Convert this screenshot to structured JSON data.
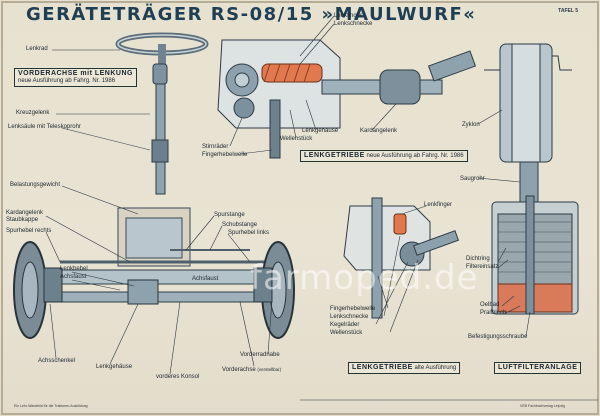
{
  "title": "GERÄTETRÄGER RS-08/15 »MAULWURF«",
  "plate": "TAFEL 5",
  "watermark": "farmoped.de",
  "sections": {
    "front_axle": {
      "heading": "VORDERACHSE mit LENKUNG",
      "sub": "neue Ausführung ab Fahrg. Nr. 1986"
    },
    "steering_new": {
      "heading": "LENKGETRIEBE",
      "sub": "neue Ausführung ab Fahrg. Nr. 1986"
    },
    "steering_old": {
      "heading": "LENKGETRIEBE",
      "sub": "alte Ausführung"
    },
    "air_filter": {
      "heading": "LUFTFILTERANLAGE"
    }
  },
  "labels": {
    "lenkrad": "Lenkrad",
    "kreuzgelenk": "Kreuzgelenk",
    "lenksaeule": "Lenksäule mit Teleskoprohr",
    "belastungsgewicht": "Belastungsgewicht",
    "kardangelenk": "Kardangelenk",
    "staubkappe": "Staubkappe",
    "spurhebel_rechts": "Spurhebel rechts",
    "lenkhebel": "Lenkhebel",
    "achsfaust": "Achsfaust",
    "achsschenkel": "Achsschenkel",
    "lenkgehaeuse_b": "Lenkgehäuse",
    "vorderes_konsol": "vorderes Konsol",
    "vorderachse": "Vorderachse",
    "vorderachse_note": "(verstellbar)",
    "vorderradnabe": "Vorderradnabe",
    "achsfaust_b": "Achsfaust",
    "spurstange": "Spurstange",
    "schubstange": "Schubstange",
    "spurhebel_links": "Spurhebel links",
    "lenkfinger": "Lenkfinger",
    "lenkschnecke": "Lenkschnecke",
    "stirnraeder": "Stirnräder",
    "fingerhebelwelle": "Fingerhebelwelle",
    "lenkgehaeuse": "Lenkgehäuse",
    "wellenstueck": "Wellenstück",
    "kardangelenk_b": "Kardangelenk",
    "lenkfinger_b": "Lenkfinger",
    "fingerhebelwelle_b": "Fingerhebelwelle",
    "lenkschnecke_b": "Lenkschnecke",
    "kegelraeder": "Kegelräder",
    "wellenstueck_b": "Wellenstück",
    "zyklon": "Zyklon",
    "saugrohr": "Saugrohr",
    "dichtring": "Dichtring",
    "filtereinsatz": "Filtereinsatz",
    "oelbad": "Oelbad",
    "prallblech": "Prallblech",
    "befestigungsschraube": "Befestigungsschraube"
  },
  "footer_left": "Ein Lehr-Wandbild für die Traktoren-Ausbildung",
  "footer_right": "VEB Fachbuchverlag Leipzig",
  "colors": {
    "ink": "#1f3f55",
    "steel": "#9fb3bf",
    "copper": "#e07a4e",
    "oil": "#d97a5a"
  }
}
